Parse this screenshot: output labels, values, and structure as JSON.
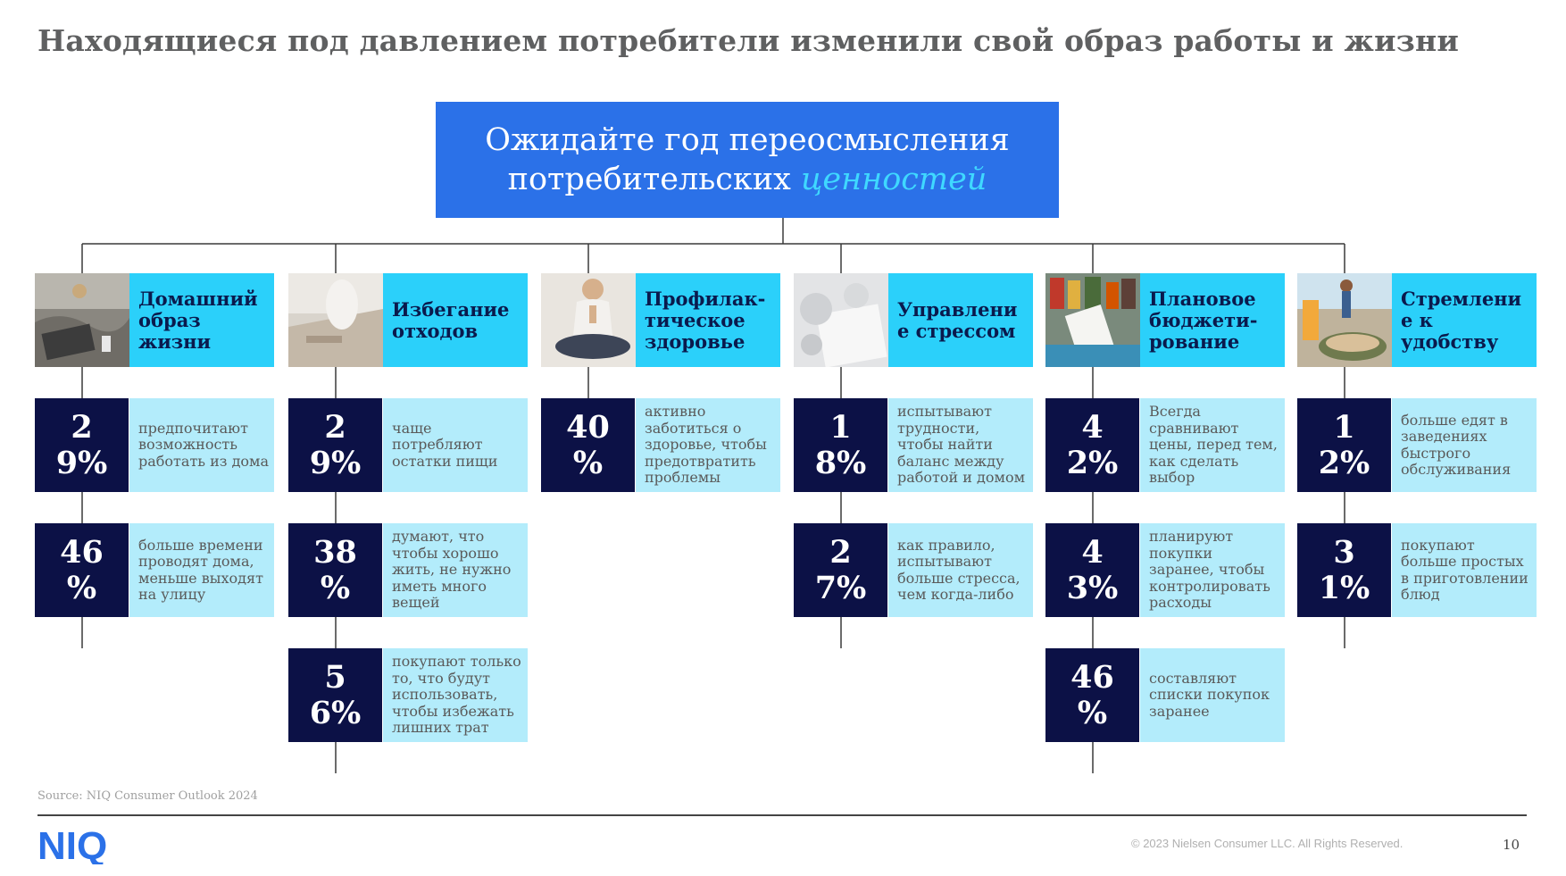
{
  "title": "Находящиеся под давлением потребители изменили свой образ работы и жизни",
  "headline": {
    "line1": "Ожидайте год переосмысления",
    "line2_plain": "потребительских ",
    "line2_highlight": "ценностей"
  },
  "columns": [
    {
      "category": "Домашний образ жизни",
      "photo_icon": "home-laptop-photo",
      "stats": [
        {
          "value": "29%",
          "text": "предпочитают возможность работать из дома"
        },
        {
          "value": "46 %",
          "text": "больше времени проводят дома, меньше выходят на улицу"
        }
      ]
    },
    {
      "category": "Избегание отходов",
      "photo_icon": "kitchen-photo",
      "stats": [
        {
          "value": "29%",
          "text": "чаще потребляют остатки пищи"
        },
        {
          "value": "38 %",
          "text": "думают, что чтобы хорошо жить, не нужно иметь много вещей"
        },
        {
          "value": "56%",
          "text": "покупают только то, что будут использовать, чтобы избежать лишних трат"
        }
      ]
    },
    {
      "category": "Профилак-тическое здоровье",
      "photo_icon": "yoga-photo",
      "stats": [
        {
          "value": "40 %",
          "text": "активно заботиться о здоровье, чтобы предотвратить проблемы"
        }
      ]
    },
    {
      "category": "Управлени е стрессом",
      "photo_icon": "crumpled-paper-photo",
      "stats": [
        {
          "value": "18%",
          "text": "испытывают трудности, чтобы найти баланс между работой и домом"
        },
        {
          "value": "27%",
          "text": "как правило, испытывают больше стресса, чем когда-либо"
        }
      ]
    },
    {
      "category": "Плановое бюджети-рование",
      "photo_icon": "grocery-receipt-photo",
      "stats": [
        {
          "value": "42%",
          "text": "Всегда сравнивают цены, перед тем, как сделать выбор"
        },
        {
          "value": "43%",
          "text": "планируют покупки заранее, чтобы контролировать расходы"
        },
        {
          "value": "46 %",
          "text": "составляют списки покупок заранее"
        }
      ]
    },
    {
      "category": "Стремлени е к удобству",
      "photo_icon": "takeaway-food-photo",
      "stats": [
        {
          "value": "12%",
          "text": "больше едят в заведениях быстрого обслуживания"
        },
        {
          "value": "31%",
          "text": "покупают больше простых в приготовлении блюд"
        }
      ]
    }
  ],
  "source": "Source: NIQ Consumer Outlook 2024",
  "logo_text": "NIQ",
  "copyright": "© 2023 Nielsen Consumer LLC. All Rights Reserved.",
  "page_number": "10",
  "colors": {
    "headline_bg": "#2b71e8",
    "highlight": "#3fd8ff",
    "category_bg": "#2bd0fa",
    "number_bg": "#0c1146",
    "description_bg": "#b3ecfb",
    "logo": "#2b71e8"
  }
}
